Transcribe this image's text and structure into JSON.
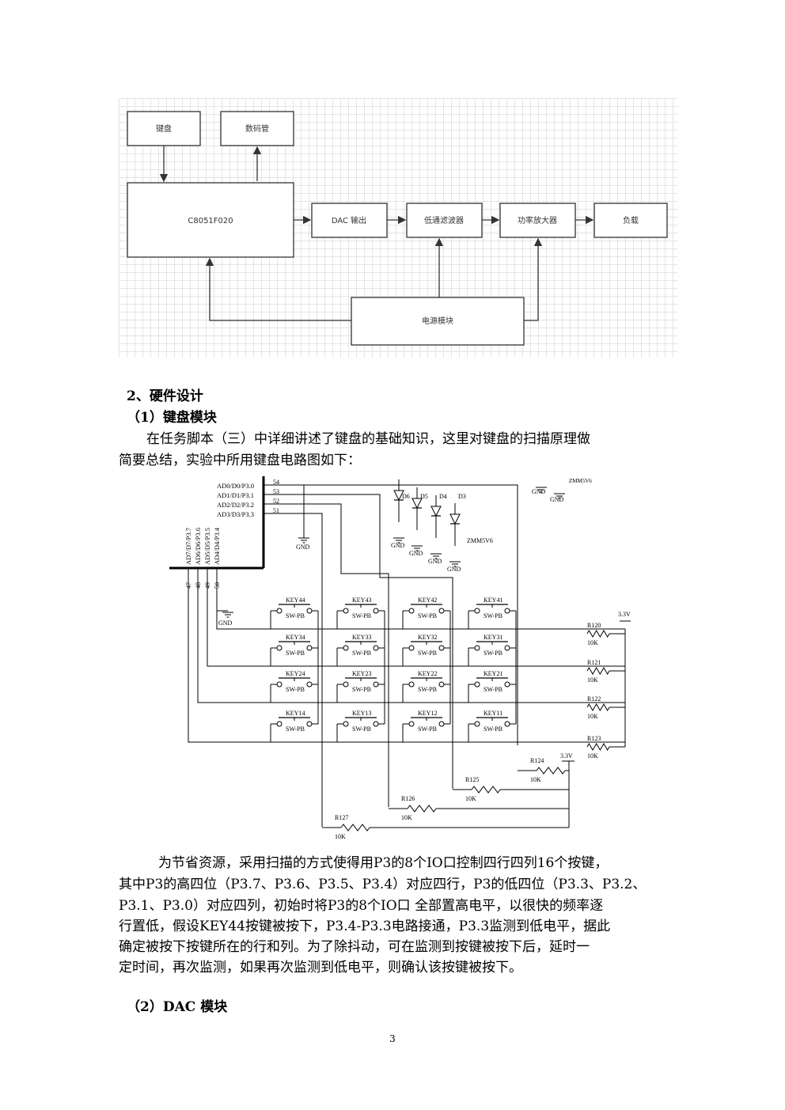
{
  "block_diagram": {
    "keyboard": "键盘",
    "display": "数码管",
    "mcu": "C8051F020",
    "dac": "DAC 输出",
    "lpf": "低通滤波器",
    "amp": "功率放大器",
    "load": "负载",
    "power": "电源模块"
  },
  "section_heading": "2、硬件设计",
  "subsection_keyboard": "（1）键盘模块",
  "intro_lines": [
    "在任务脚本（三）中详细讲述了键盘的基础知识，这里对键盘的扫描原理做",
    "简要总结，实验中所用键盘电路图如下："
  ],
  "circuit": {
    "port_labels": [
      "AD0/D0/P3.0",
      "AD1/D1/P3.1",
      "AD2/D2/P3.2",
      "AD3/D3/P3.3"
    ],
    "port_pins": [
      "54",
      "53",
      "52",
      "51"
    ],
    "row_port_labels": [
      "AD7/D7/P3.7",
      "AD6/D6/P3.6",
      "AD5/D5/P3.5",
      "AD4/D4/P3.4"
    ],
    "row_pins": [
      "47",
      "48",
      "49",
      "50"
    ],
    "gnd": "GND",
    "diodes": [
      "D6",
      "D5",
      "D4",
      "D3"
    ],
    "zener": "ZMM5V6",
    "switch_type": "SW-PB",
    "keys": [
      [
        "KEY44",
        "KEY43",
        "KEY42",
        "KEY41"
      ],
      [
        "KEY34",
        "KEY33",
        "KEY32",
        "KEY31"
      ],
      [
        "KEY24",
        "KEY23",
        "KEY22",
        "KEY21"
      ],
      [
        "KEY14",
        "KEY13",
        "KEY12",
        "KEY11"
      ]
    ],
    "row_resistors": [
      "R120",
      "R121",
      "R122",
      "R123"
    ],
    "col_resistors": [
      "R124",
      "R125",
      "R126",
      "R127"
    ],
    "resistor_value": "10K",
    "vcc": "3.3V"
  },
  "explain_lines": [
    "为节省资源，采用扫描的方式使得用P3的8个IO口控制四行四列16个按键，",
    "其中P3的高四位（P3.7、P3.6、P3.5、P3.4）对应四行，P3的低四位（P3.3、P3.2、",
    "P3.1、P3.0）对应四列，初始时将P3的8个IO口 全部置高电平，以很快的频率逐",
    "行置低，假设KEY44按键被按下，P3.4-P3.3电路接通，P3.3监测到低电平，据此",
    "确定被按下按键所在的行和列。为了除抖动，可在监测到按键被按下后，延时一",
    "定时间，再次监测，如果再次监测到低电平，则确认该按键被按下。"
  ],
  "subsection_dac": "（2）DAC  模块",
  "page_number": "3"
}
